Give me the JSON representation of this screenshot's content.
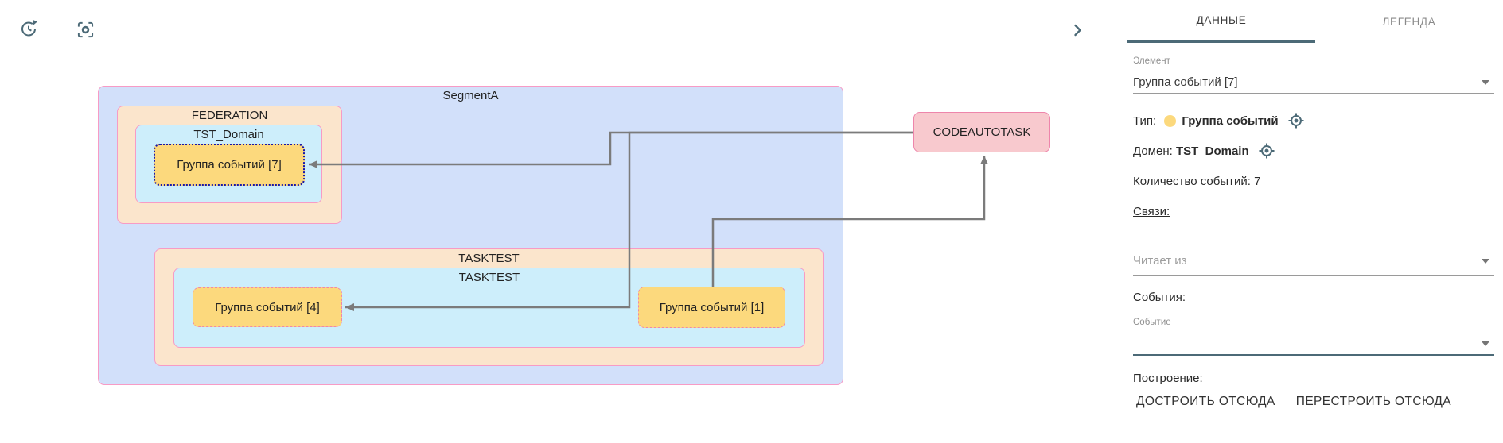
{
  "toolbar": {
    "history_icon": "history-refresh-icon",
    "focus_icon": "center-focus-icon",
    "collapse_icon": "chevron-right-icon"
  },
  "diagram": {
    "segment_label": "SegmentA",
    "federation_label": "FEDERATION",
    "domain_label": "TST_Domain",
    "group7_label": "Группа событий [7]",
    "tasktest_outer_label": "TASKTEST",
    "tasktest_inner_label": "TASKTEST",
    "group4_label": "Группа событий [4]",
    "group1_label": "Группа событий [1]",
    "codeautotask_label": "CODEAUTOTASK"
  },
  "panel": {
    "tabs": {
      "data": "ДАННЫЕ",
      "legend": "ЛЕГЕНДА"
    },
    "element": {
      "label": "Элемент",
      "value": "Группа событий [7]"
    },
    "type": {
      "label": "Тип: ",
      "value": "Группа событий",
      "swatch_color": "#fcd97d",
      "locate_icon": "target-icon"
    },
    "domain": {
      "label": "Домен: ",
      "value": "TST_Domain",
      "locate_icon": "target-icon"
    },
    "events_count": "Количество событий: 7",
    "links_heading": "Связи:",
    "reads_from": {
      "placeholder": "Читает из"
    },
    "events_heading": "События:",
    "event": {
      "label": "Событие",
      "value": ""
    },
    "build_heading": "Построение:",
    "buttons": {
      "extend": "ДОСТРОИТЬ ОТСЮДА",
      "rebuild": "ПЕРЕСТРОИТЬ ОТСЮДА"
    }
  },
  "colors": {
    "accent_slate": "#4c6a77",
    "segment_fill": "#d2e0fa",
    "federation_fill": "#fbe5cc",
    "domain_fill": "#cdeefb",
    "group_fill": "#fcd97d",
    "group_selected_border": "#1717ab",
    "group_border": "#ef87a9",
    "container_border": "#f79bc5",
    "codeautotask_fill": "#f8c9ce",
    "codeautotask_border": "#ee85ab",
    "edge_gray": "#7b7b7b",
    "tab_inactive": "#8a8a8a"
  }
}
